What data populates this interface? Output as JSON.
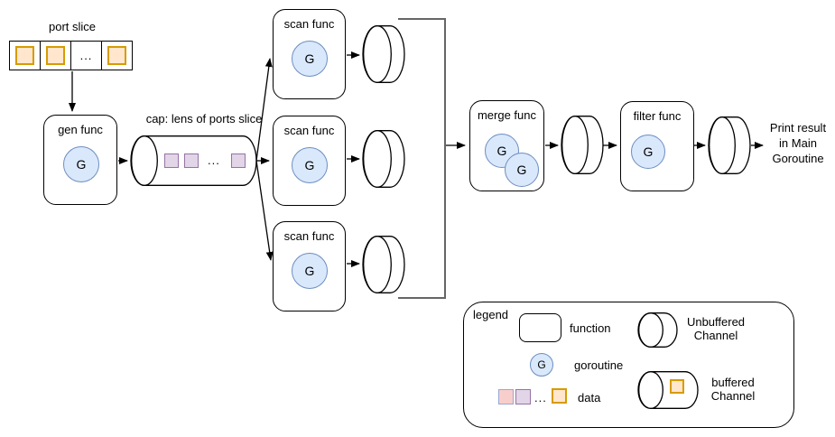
{
  "diagram": {
    "port_slice": {
      "label": "port slice",
      "ellipsis": "..."
    },
    "gen_func": {
      "label": "gen func"
    },
    "goroutine_letter": "G",
    "buffered_channel": {
      "caption": "cap: lens of ports slice",
      "ellipsis": "..."
    },
    "scan_func_label": "scan func",
    "merge_func": {
      "label": "merge func"
    },
    "filter_func": {
      "label": "filter func"
    },
    "output": {
      "line1": "Print result",
      "line2": "in Main",
      "line3": "Goroutine"
    }
  },
  "legend": {
    "title": "legend",
    "function_label": "function",
    "goroutine_label": "goroutine",
    "data_label": "data",
    "data_ellipsis": "...",
    "unbuffered_line1": "Unbuffered",
    "unbuffered_line2": "Channel",
    "buffered_line1": "buffered",
    "buffered_line2": "Channel"
  },
  "colors": {
    "goroutine_fill": "#dae8fc",
    "goroutine_stroke": "#6c8ebf",
    "orange_fill": "#ffe6cc",
    "orange_stroke": "#d79b00",
    "purple_fill": "#e1d5e7",
    "purple_stroke": "#9673a6",
    "pink_fill": "#f8cecc",
    "pink_stroke": "#9aa7cf",
    "bracket_gray": "#666666",
    "line_black": "#000000"
  }
}
